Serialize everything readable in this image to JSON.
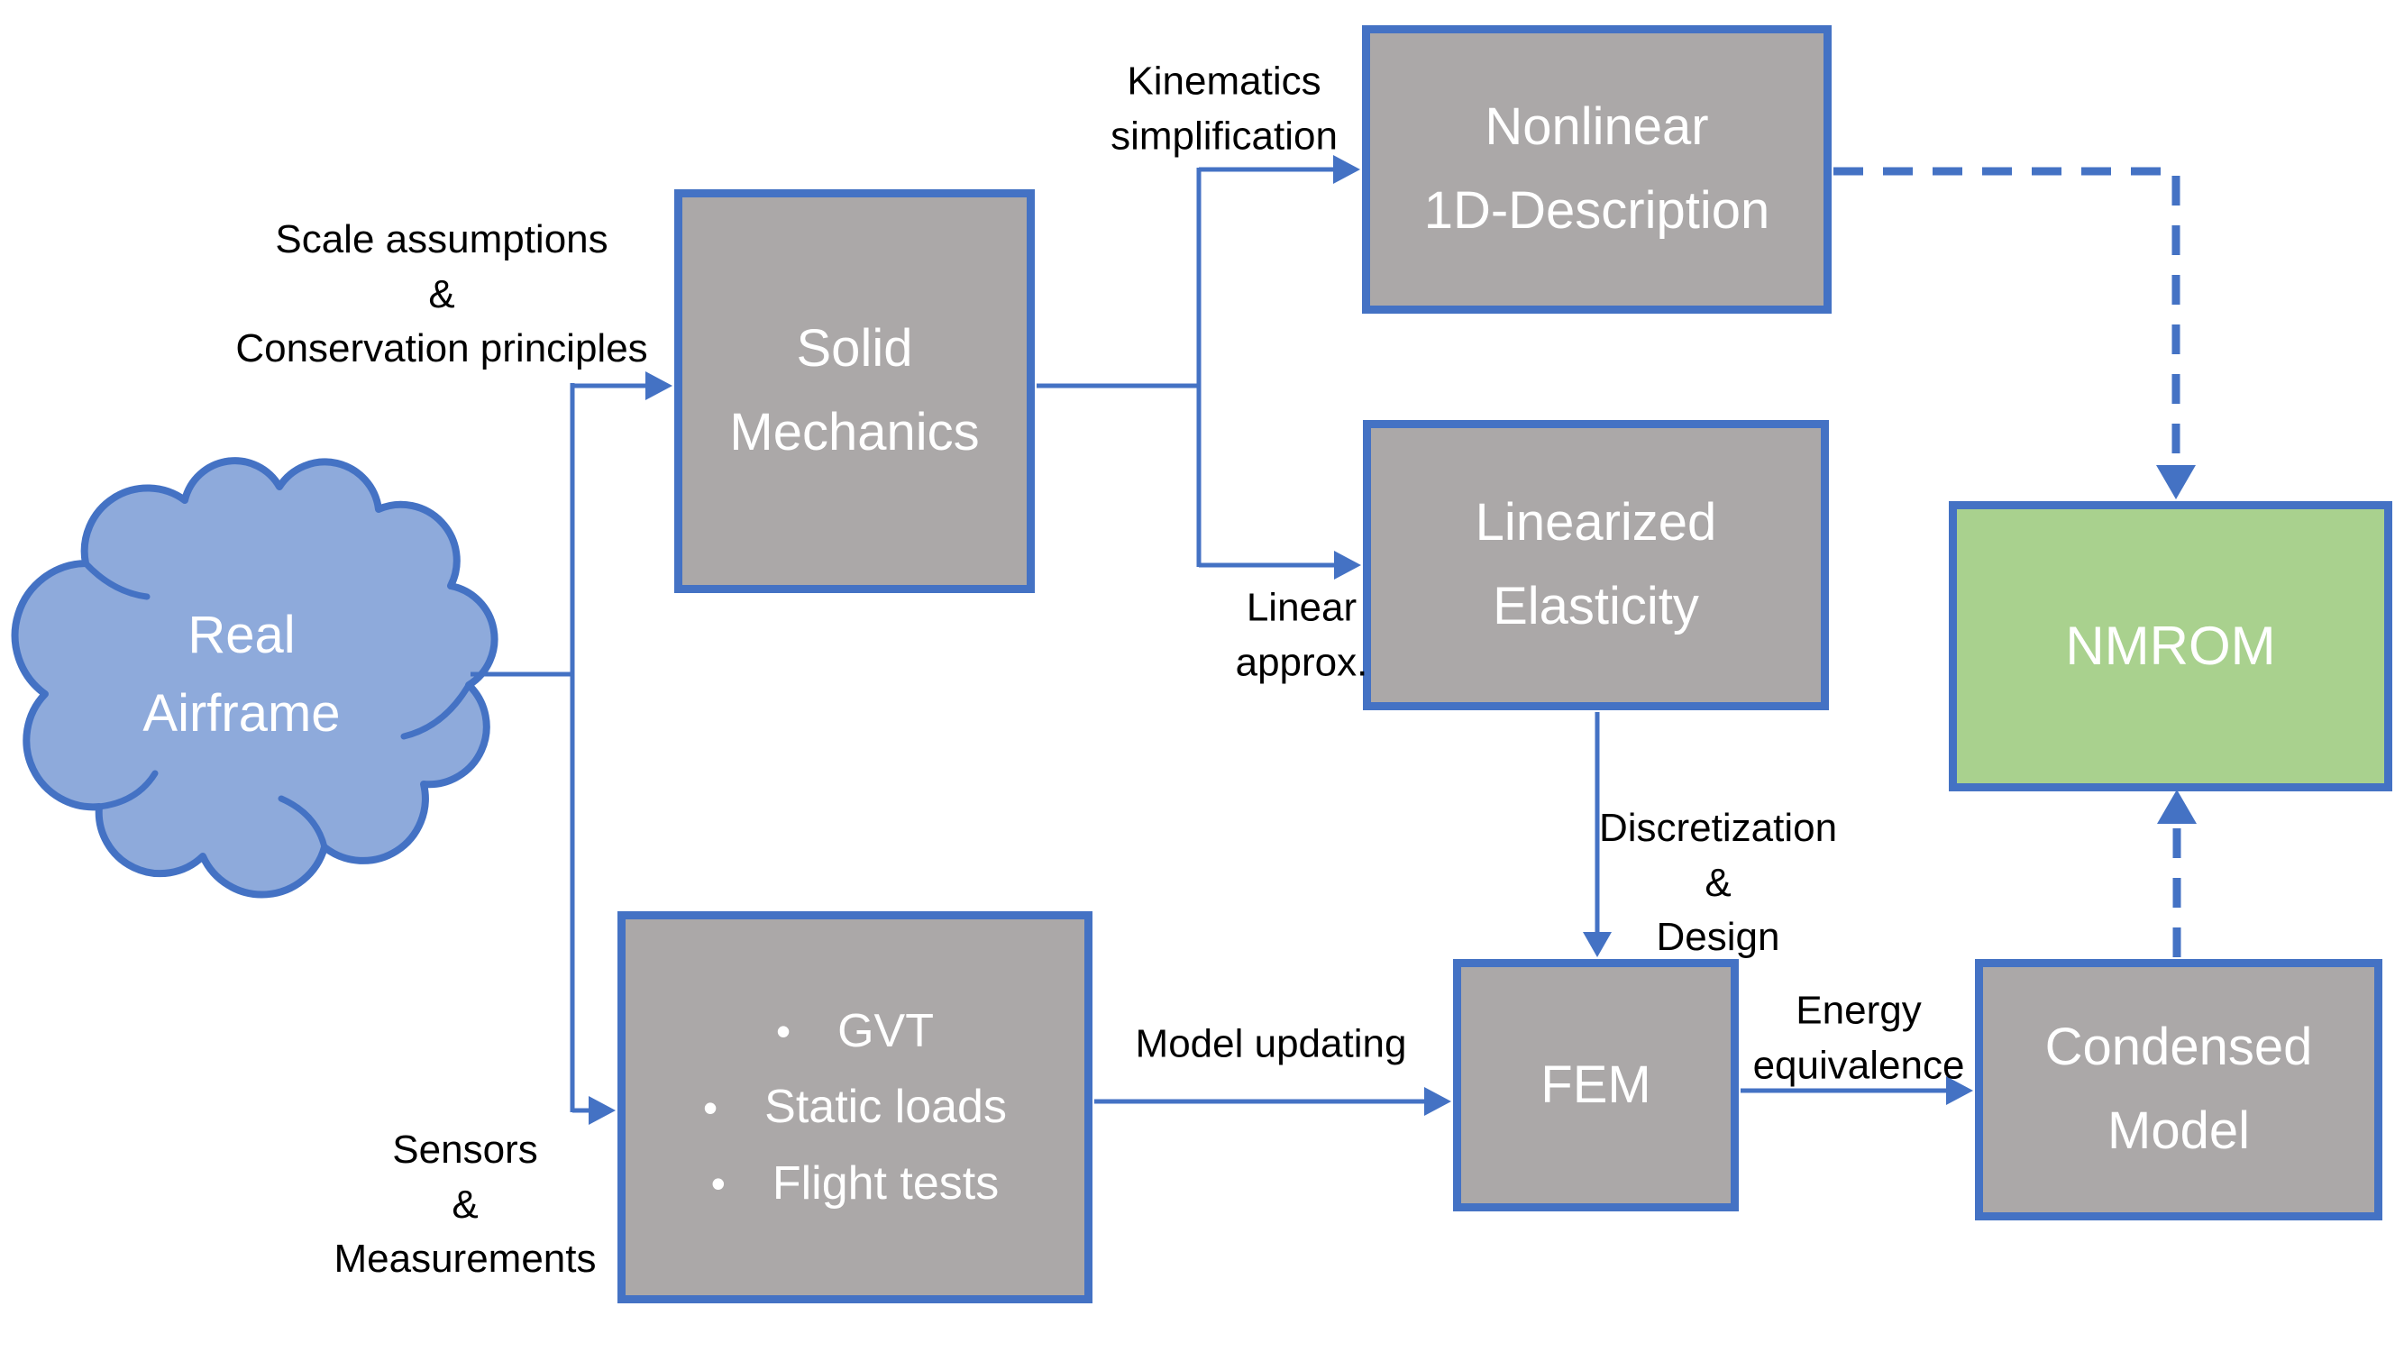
{
  "diagram": {
    "cloud": {
      "label": "Real\nAirframe"
    },
    "boxes": {
      "solid_mechanics": {
        "label": "Solid\nMechanics"
      },
      "nonlinear_1d": {
        "label": "Nonlinear\n1D-Description"
      },
      "linearized_elasticity": {
        "label": "Linearized\nElasticity"
      },
      "nmrom": {
        "label": "NMROM"
      },
      "fem": {
        "label": "FEM"
      },
      "condensed_model": {
        "label": "Condensed\nModel"
      },
      "experimental_data": {
        "bullet": "•",
        "items": [
          "GVT",
          "Static loads",
          "Flight tests"
        ]
      }
    },
    "edge_labels": {
      "scale_assumptions": "Scale assumptions\n&\nConservation principles",
      "kinematics_simplification": "Kinematics\nsimplification",
      "linear_approx": "Linear\napprox.",
      "discretization_design": "Discretization\n&\nDesign",
      "sensors_measurements": "Sensors\n&\nMeasurements",
      "model_updating": "Model updating",
      "energy_equivalence": "Energy\nequivalence"
    },
    "colors": {
      "box_fill": "#ABA8A8",
      "box_border": "#4472C4",
      "connector": "#4472C4",
      "cloud_fill": "#8EAADB",
      "cloud_border": "#4472C4",
      "nmrom_fill": "#A9D18E",
      "box_text": "#FFFFFF",
      "label_text": "#000000",
      "background": "#FFFFFF"
    }
  }
}
